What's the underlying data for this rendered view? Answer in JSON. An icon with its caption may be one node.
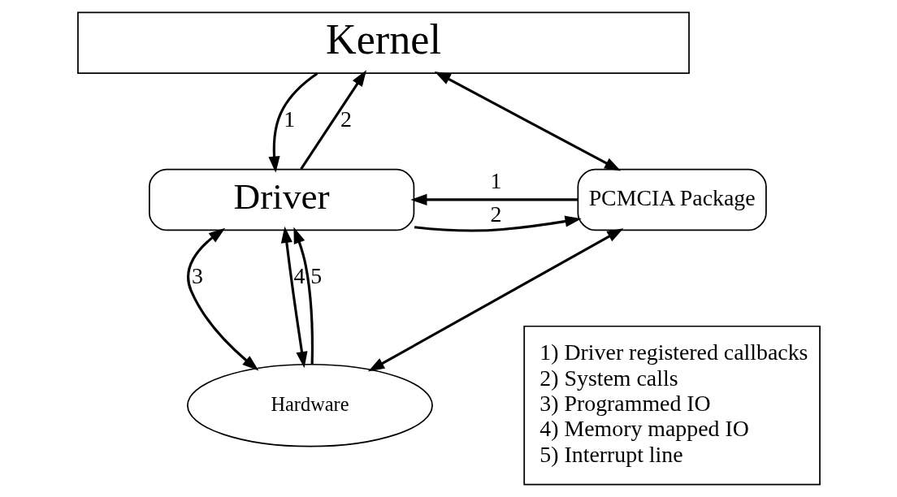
{
  "diagram": {
    "nodes": [
      {
        "text": [
          "Kernel"
        ]
      },
      {
        "text": [
          "Driver"
        ]
      },
      {
        "text": [
          "PCMCIA Package"
        ]
      },
      {
        "text": [
          "Hardware"
        ]
      },
      {
        "text": [
          "1) Driver registered callbacks",
          "2) System calls",
          "3) Programmed IO",
          "4) Memory mapped IO",
          "5) Interrupt line"
        ]
      }
    ],
    "edges": [
      {
        "from": 0,
        "to": 1,
        "arrow": "to",
        "label": "1"
      },
      {
        "from": 1,
        "to": 0,
        "arrow": "to",
        "label": "2"
      },
      {
        "from": 0,
        "to": 2,
        "arrow": "both"
      },
      {
        "from": 2,
        "to": 1,
        "arrow": "to",
        "label": "1"
      },
      {
        "from": 1,
        "to": 2,
        "arrow": "to",
        "label": "2"
      },
      {
        "from": 1,
        "to": 3,
        "arrow": "both",
        "label": "3"
      },
      {
        "from": 1,
        "to": 3,
        "arrow": "both",
        "label": "4"
      },
      {
        "from": 3,
        "to": 1,
        "arrow": "to",
        "label": "5"
      },
      {
        "from": 2,
        "to": 3,
        "arrow": "both"
      }
    ]
  }
}
